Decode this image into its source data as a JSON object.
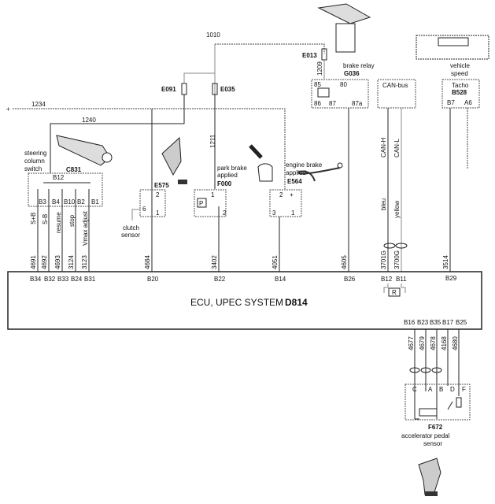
{
  "wires": {
    "w1010": "1010",
    "w1234": "1234",
    "w1240": "1240",
    "w1211": "1211",
    "w1209": "1209",
    "w4691": "4691",
    "w4692": "4692",
    "w4693": "4693",
    "w3124": "3124",
    "w3123": "3123",
    "w4684": "4684",
    "w3402": "3402",
    "w4051": "4051",
    "w4605": "4605",
    "w3701G": "3701G",
    "w3700G": "3700G",
    "w3514": "3514",
    "w4677": "4677",
    "w4679": "4679",
    "w4678": "4678",
    "w4168": "4168",
    "w4680": "4680"
  },
  "plus": "+",
  "fuses": {
    "e091": "E091",
    "e035": "E035",
    "e013": "E013"
  },
  "steering": {
    "label1": "steering",
    "label2": "column",
    "label3": "switch",
    "code": "C831",
    "pin_b12": "B12",
    "pins": [
      "B3",
      "B4",
      "B10",
      "B2",
      "B1"
    ],
    "signals": [
      "S+B",
      "S-B",
      "resume",
      "stop",
      "Vmax adjust"
    ]
  },
  "clutch": {
    "code": "E575",
    "pin2": "2",
    "pin6": "6",
    "pin1": "1",
    "label1": "clutch",
    "label2": "sensor"
  },
  "park": {
    "label1": "park brake",
    "label2": "applied",
    "code": "F000",
    "pin1": "1",
    "pin2": "2",
    "symbol": "P"
  },
  "engine_brake": {
    "label1": "engine brake",
    "label2": "applied",
    "code": "E564",
    "pin2": "2",
    "pin_plus": "+",
    "pin3": "3",
    "pin1": "1"
  },
  "relay": {
    "label": "brake relay",
    "code": "G036",
    "pins": [
      "85",
      "80",
      "86",
      "87",
      "87a"
    ]
  },
  "canbus": {
    "label": "CAN-bus",
    "can_h": "CAN-H",
    "can_l": "CAN-L",
    "color_h": "bleu",
    "color_l": "yellow"
  },
  "tacho": {
    "label1": "vehicle",
    "label2": "speed",
    "name": "Tacho",
    "code": "B528",
    "pin_b7": "B7",
    "pin_a6": "A6"
  },
  "ecu": {
    "title": "ECU, UPEC SYSTEM",
    "code": "D814",
    "top_pins": [
      "B34",
      "B32",
      "B33",
      "B24",
      "B31",
      "B20",
      "B22",
      "B14",
      "B26",
      "B12",
      "B11",
      "B29"
    ],
    "bottom_pins": [
      "B16",
      "B23",
      "B35",
      "B17",
      "B25"
    ],
    "resistor": "R"
  },
  "pedal": {
    "code": "F672",
    "label1": "accelerator pedal",
    "label2": "sensor",
    "pins": [
      "C",
      "A",
      "B",
      "D",
      "F"
    ]
  }
}
